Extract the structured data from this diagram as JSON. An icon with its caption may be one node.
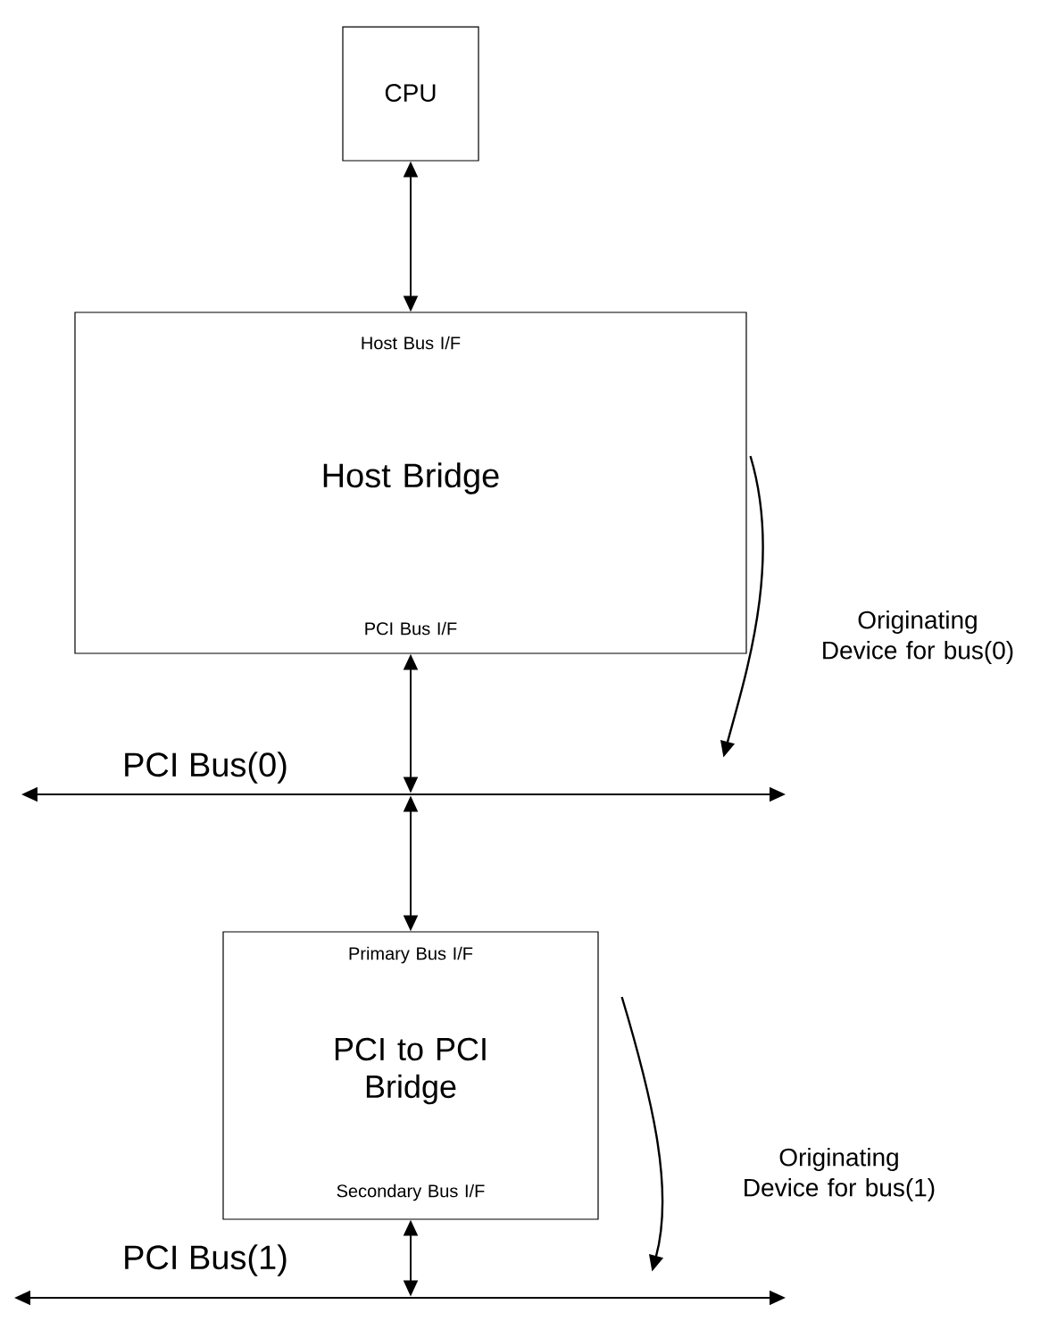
{
  "diagram": {
    "nodes": [
      {
        "text": [
          "CPU"
        ]
      },
      {
        "text": [
          "Host Bus I/F",
          "Host Bridge",
          "PCI Bus I/F"
        ]
      },
      {
        "text": [
          "PCI Bus(0)"
        ]
      },
      {
        "text": [
          "Primary Bus I/F",
          "PCI to PCI Bridge",
          "Secondary Bus I/F"
        ]
      },
      {
        "text": [
          "PCI Bus(1)"
        ]
      }
    ],
    "edges": [
      {
        "from": 0,
        "to": 1,
        "arrow": "both"
      },
      {
        "from": 1,
        "to": 2,
        "arrow": "both"
      },
      {
        "from": 2,
        "to": 3,
        "arrow": "both"
      },
      {
        "from": 3,
        "to": 4,
        "arrow": "both"
      },
      {
        "from": 1,
        "to": 2,
        "arrow": "to",
        "label": "Originating Device for bus(0)"
      },
      {
        "from": 3,
        "to": 4,
        "arrow": "to",
        "label": "Originating Device for bus(1)"
      }
    ]
  }
}
